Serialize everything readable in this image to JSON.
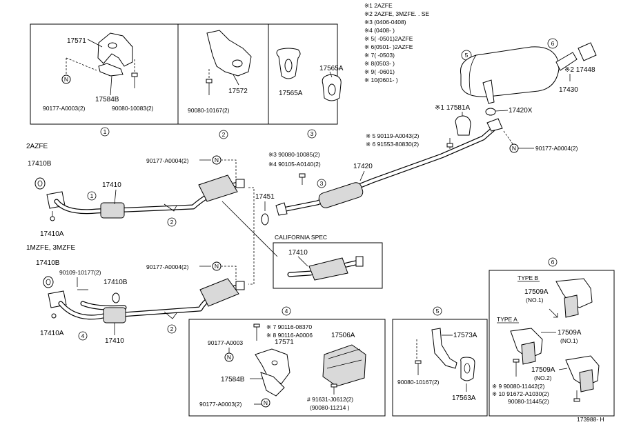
{
  "legend": [
    "※1  2AZFE",
    "※2  2AZFE, 3MZFE. . SE",
    "※3  (0406-0408)",
    "※4  (0408-       )",
    "※ 5(     -0501)2AZFE",
    "※ 6(0501-     )2AZFE",
    "※ 7(     -0503)",
    "※ 8(0503-     )",
    "※ 9(     -0601)",
    "※ 10(0601-     )"
  ],
  "callouts": {
    "c1": "1",
    "c2": "2",
    "c3": "3",
    "c4": "4",
    "c5": "5",
    "c6": "6",
    "bolt": "N"
  },
  "engines": {
    "e2azfe": "2AZFE",
    "e1mzfe": "1MZFE, 3MZFE"
  },
  "box1": {
    "p1": "17571",
    "p2": "17584B",
    "p3": "90177-A0003(2)",
    "p4": "90080-10083(2)"
  },
  "box2": {
    "p1": "17572",
    "p2": "90080-10167(2)"
  },
  "box3": {
    "p1": "17565A",
    "p2": "17565A"
  },
  "upper": {
    "p17410B": "17410B",
    "p17410": "17410",
    "p17410A": "17410A",
    "p90177": "90177-A0004(2)",
    "p17451": "17451",
    "n3": "※3 90080-10085(2)",
    "n4": "※4 90105-A0140(2)",
    "p17420": "17420",
    "n5": "※ 5   90119-A0043(2)",
    "n6": "※ 6   91553-80830(2)",
    "p17581A": "※1 17581A",
    "p17420X": "17420X",
    "p90177b": "90177-A0004(2)"
  },
  "muffler": {
    "p17448": "※2 17448",
    "p17430": "17430"
  },
  "california": {
    "title": "CALIFORNIA SPEC",
    "p17410": "17410"
  },
  "lower": {
    "p17410B": "17410B",
    "p90109": "90109-10177(2)",
    "p17410B2": "17410B",
    "p17410A": "17410A",
    "p17410": "17410",
    "p90177": "90177-A0004(2)"
  },
  "box4": {
    "n7": "※ 7 90116-08370",
    "n8": "※ 8 90116-A0006",
    "p90177a": "90177-A0003",
    "p17571": "17571",
    "p17506A": "17506A",
    "p17584B": "17584B",
    "p90177b": "90177-A0003(2)",
    "p91631": "# 91631-J0612(2)",
    "p90080": "(90080-11214 )"
  },
  "box5": {
    "p17573A": "17573A",
    "p90080": "90080-10167(2)",
    "p17563A": "17563A"
  },
  "box6": {
    "typeB": "TYPE B",
    "typeA": "TYPE A",
    "p1": "17509A",
    "p1n": "(NO.1)",
    "p2": "17509A",
    "p2n": "(NO.1)",
    "p3": "17509A",
    "p3n": "(NO.2)",
    "n9": "※ 9    90080-11442(2)",
    "n10": "※ 10 91672-A1030(2)",
    "p90080": "90080-11445(2)"
  },
  "ref": "173988- H"
}
